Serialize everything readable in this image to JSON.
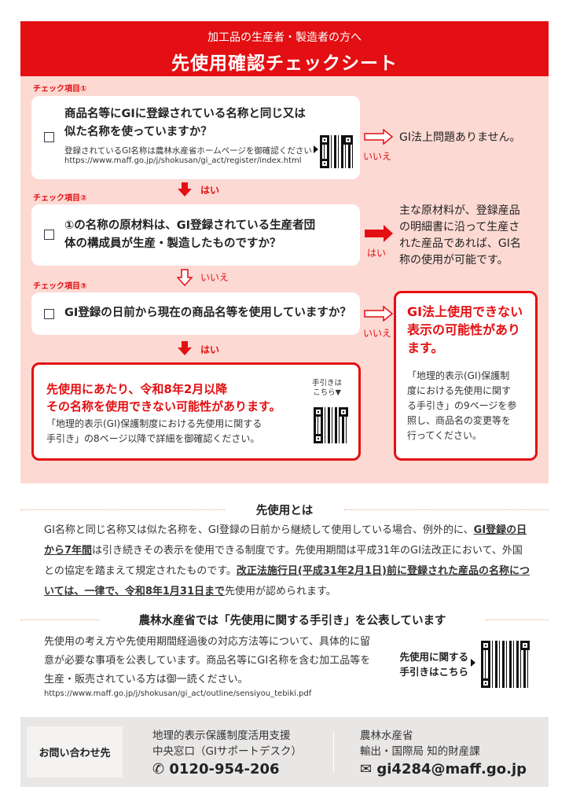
{
  "header": {
    "subtitle": "加工品の生産者・製造者の方へ",
    "title": "先使用確認チェックシート"
  },
  "check1": {
    "label": "チェック項目①",
    "question_line1": "商品名等にGIに登録されている名称と同じ又は",
    "question_line2": "似た名称を使っていますか？",
    "note": "登録されているGI名称は農林水産省ホームページを御確認ください",
    "url": "https://www.maff.go.jp/j/shokusan/gi_act/register/index.html",
    "no_label": "いいえ",
    "no_result": "GI法上問題ありません。",
    "yes_label": "はい"
  },
  "check2": {
    "label": "チェック項目②",
    "question_line1": "①の名称の原材料は、GI登録されている生産者団",
    "question_line2": "体の構成員が生産・製造したものですか？",
    "yes_label": "はい",
    "yes_result": [
      "主な原材料が、登録産品",
      "の明細書に沿って生産さ",
      "れた産品であれば、GI名",
      "称の使用が可能です。"
    ],
    "no_label": "いいえ"
  },
  "check3": {
    "label": "チェック項目③",
    "question": "GI登録の日前から現在の商品名等を使用していますか？",
    "no_label": "いいえ",
    "yes_label": "はい"
  },
  "result_yes": {
    "title_line1": "先使用にあたり、令和8年2月以降",
    "title_line2": "その名称を使用できない可能性があります。",
    "text_line1": "「地理的表示(GI)保護制度における先使用に関する",
    "text_line2": "手引き」の8ページ以降で詳細を御確認ください。",
    "qr_caption_line1": "手引きは",
    "qr_caption_line2": "こちら▼"
  },
  "result_no": {
    "title": [
      "GI法上使用できない",
      "表示の可能性があり",
      "ます。"
    ],
    "text": [
      "「地理的表示(GI)保護制",
      "度における先使用に関す",
      "る手引き」の9ページを参",
      "照し、商品名の変更等を",
      "行ってください。"
    ]
  },
  "section1": {
    "title": "先使用とは",
    "p1": "GI名称と同じ名称又は似た名称を、GI登録の日前から継続して使用している場合、例外的に、",
    "p1u": "GI登録の日から7年間",
    "p2": "は引き続きその表示を使用できる制度です。先使用期間は平成31年のGI法改正において、外国との協定を踏まえて規定されたものです。",
    "p2u": "改正法施行日(平成31年2月1日)前に登録された産品の名称については、一律で、令和8年1月31日まで",
    "p3": "先使用が認められます。"
  },
  "section2": {
    "title": "農林水産省では「先使用に関する手引き」を公表しています",
    "text": "先使用の考え方や先使用期間経過後の対応方法等について、具体的に留意が必要な事項を公表しています。商品名等にGI名称を含む加工品等を生産・販売されている方は御一読ください。",
    "url": "https://www.maff.go.jp/j/shokusan/gi_act/outline/sensiyou_tebiki.pdf",
    "qr_caption_line1": "先使用に関する",
    "qr_caption_line2": "手引きはこちら"
  },
  "footer": {
    "contact_label": "お問い合わせ先",
    "desk_line1": "地理的表示保護制度活用支援",
    "desk_line2": "中央窓口（GIサポートデスク）",
    "phone": "0120-954-206",
    "ministry": "農林水産省",
    "bureau": "輸出・国際局 知的財産課",
    "email": "gi4284@maff.go.jp"
  }
}
